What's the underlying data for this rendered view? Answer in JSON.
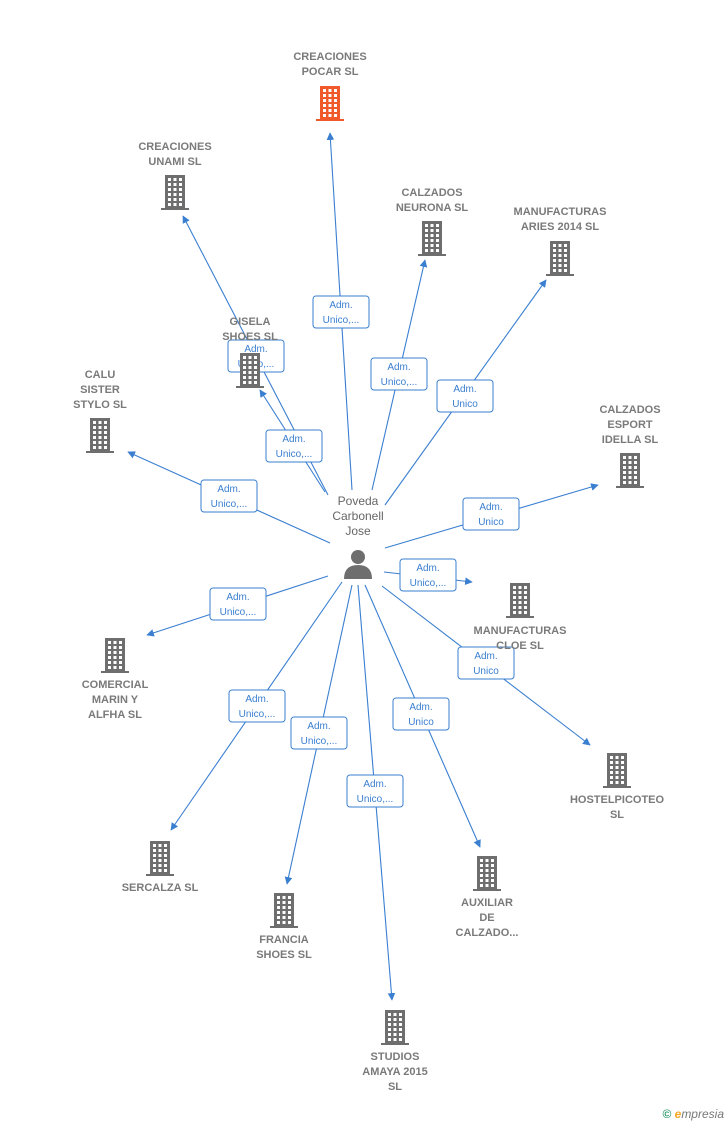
{
  "colors": {
    "edge": "#3a7fd0",
    "building": "#6e6e6e",
    "highlight": "#f05a2a",
    "person": "#6e6e6e"
  },
  "person": {
    "lines": [
      "Poveda",
      "Carbonell",
      "Jose"
    ],
    "icon": "person-icon"
  },
  "companies": [
    {
      "id": "creaciones-pocar",
      "lines": [
        "CREACIONES",
        "POCAR  SL"
      ],
      "highlight": true
    },
    {
      "id": "creaciones-unami",
      "lines": [
        "CREACIONES",
        "UNAMI  SL"
      ]
    },
    {
      "id": "calzados-neurona",
      "lines": [
        "CALZADOS",
        "NEURONA  SL"
      ]
    },
    {
      "id": "manufacturas-aries",
      "lines": [
        "MANUFACTURAS",
        "ARIES 2014  SL"
      ]
    },
    {
      "id": "gisela-shoes",
      "lines": [
        "GISELA",
        "SHOES  SL"
      ]
    },
    {
      "id": "calu-sister",
      "lines": [
        "CALU",
        "SISTER",
        "STYLO  SL"
      ]
    },
    {
      "id": "calzados-esport",
      "lines": [
        "CALZADOS",
        "ESPORT",
        "IDELLA  SL"
      ]
    },
    {
      "id": "manufacturas-cloe",
      "lines": [
        "MANUFACTURAS",
        "CLOE  SL"
      ]
    },
    {
      "id": "comercial-marin",
      "lines": [
        "COMERCIAL",
        "MARIN Y",
        "ALFHA SL"
      ]
    },
    {
      "id": "hostelpicoteo",
      "lines": [
        "HOSTELPICOTEO",
        "SL"
      ]
    },
    {
      "id": "sercalza",
      "lines": [
        "SERCALZA  SL"
      ]
    },
    {
      "id": "francia-shoes",
      "lines": [
        "FRANCIA",
        "SHOES SL"
      ]
    },
    {
      "id": "auxiliar-calzado",
      "lines": [
        "AUXILIAR",
        "DE",
        "CALZADO..."
      ]
    },
    {
      "id": "studios-amaya",
      "lines": [
        "STUDIOS",
        "AMAYA 2015",
        "SL"
      ]
    }
  ],
  "edges": [
    {
      "to": "creaciones-pocar",
      "label": [
        "Adm.",
        "Unico,..."
      ]
    },
    {
      "to": "creaciones-unami",
      "label": [
        "Adm.",
        "Unico,..."
      ]
    },
    {
      "to": "calzados-neurona",
      "label": [
        "Adm.",
        "Unico,..."
      ]
    },
    {
      "to": "manufacturas-aries",
      "label": [
        "Adm.",
        "Unico"
      ]
    },
    {
      "to": "gisela-shoes",
      "label": [
        "Adm.",
        "Unico,..."
      ]
    },
    {
      "to": "calu-sister",
      "label": [
        "Adm.",
        "Unico,..."
      ]
    },
    {
      "to": "calzados-esport",
      "label": [
        "Adm.",
        "Unico"
      ]
    },
    {
      "to": "manufacturas-cloe",
      "label": [
        "Adm.",
        "Unico,..."
      ]
    },
    {
      "to": "comercial-marin",
      "label": [
        "Adm.",
        "Unico,..."
      ]
    },
    {
      "to": "hostelpicoteo",
      "label": [
        "Adm.",
        "Unico"
      ]
    },
    {
      "to": "sercalza",
      "label": [
        "Adm.",
        "Unico,..."
      ]
    },
    {
      "to": "francia-shoes",
      "label": [
        "Adm.",
        "Unico,..."
      ]
    },
    {
      "to": "auxiliar-calzado",
      "label": [
        "Adm.",
        "Unico"
      ]
    },
    {
      "to": "studios-amaya",
      "label": [
        "Adm.",
        "Unico,..."
      ]
    }
  ],
  "watermark": {
    "copyright": "©",
    "brand_initial": "e",
    "brand_rest": "mpresia"
  }
}
